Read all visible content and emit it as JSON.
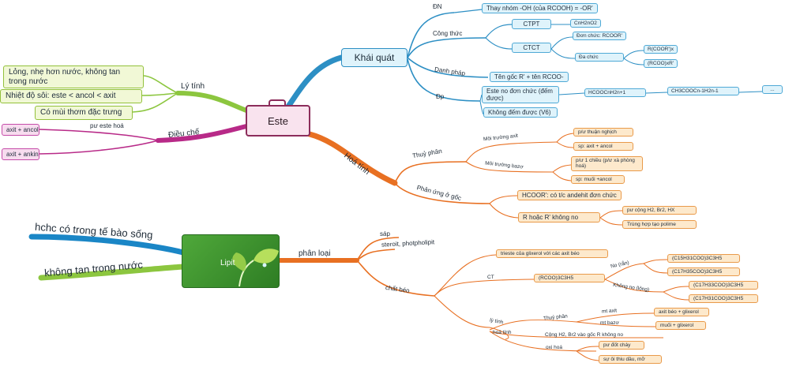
{
  "center": {
    "title": "Este"
  },
  "lipid_center": {
    "title": "Lipit"
  },
  "branches": {
    "khai_quat": {
      "label": "Khái quát",
      "dn": {
        "label": "ĐN",
        "box": "Thay nhóm -OH (của RCOOH) = -OR'"
      },
      "cong_thuc": {
        "label": "Công thức",
        "ctpt": {
          "label": "CTPT",
          "formula": "CnH2nO2"
        },
        "ctct": {
          "label": "CTCT",
          "don_chuc": "Đơn chức: RCOOR'",
          "da_chuc": {
            "label": "Đa chức",
            "items": [
              "R(COOR')x",
              "(RCOO)xR'"
            ]
          }
        }
      },
      "danh_phap": {
        "label": "Danh pháp",
        "box": "Tên gốc R' + tên RCOO-"
      },
      "dp": {
        "label": "Đp",
        "este_no": "Este no đơn chức (đếm được)",
        "formula1": "HCOOCnH2n+1",
        "formula2": "CH3COOCn-1H2n-1",
        "more": "...",
        "khong_dem": "Không đếm được (V6)"
      }
    },
    "hoa_tinh": {
      "label": "Hoá tính",
      "thuy_phan": {
        "label": "Thuỷ phân",
        "axit": {
          "label": "Môi trường axit",
          "items": [
            "p/ư thuận nghịch",
            "sp: axit + ancol"
          ]
        },
        "bazo": {
          "label": "Môi trường bazơ",
          "items": [
            "p/ư 1 chiều (p/ư xà phòng hoá)",
            "sp: muối +ancol"
          ]
        }
      },
      "phan_ung_goc": {
        "label": "Phản ứng ở gốc",
        "hcoor": "HCOOR': có t/c andehit đơn chức",
        "khong_no": {
          "label": "R hoặc R' không no",
          "items": [
            "pư cộng H2, Br2, HX",
            "Trùng hợp tạo polime"
          ]
        }
      }
    },
    "ly_tinh": {
      "label": "Lý tính",
      "items": [
        "Lỏng, nhẹ hơn nước, không tan trong nước",
        "Nhiệt độ sôi: este < ancol < axit",
        "Có mùi thơm đặc trưng"
      ]
    },
    "dieu_che": {
      "label": "Điều chế",
      "sub_label": "pư este hoá",
      "items": [
        "axit + ancol",
        "axit + ankin"
      ]
    }
  },
  "lipit": {
    "left_labels": [
      "hchc có trong tế bào sống",
      "không tan trong nước"
    ],
    "phan_loai": {
      "label": "phân loại",
      "items": [
        "sáp",
        "steroit, photpholipit"
      ],
      "chat_beo": {
        "label": "chất béo",
        "def": "trieste của glixerol với các axit béo",
        "ct": {
          "label": "CT",
          "formula": "(RCOO)3C3H5",
          "no": {
            "label": "No (rắn)",
            "items": [
              "(C15H31COO)3C3H5",
              "(C17H35COO)3C3H5"
            ]
          },
          "khong_no": {
            "label": "Không no (lỏng)",
            "items": [
              "(C17H33COO)3C3H5",
              "(C17H31COO)3C3H5"
            ]
          }
        },
        "ly_tinh_label": "lý tính",
        "hoa_tinh_label": "hoá tính",
        "thuy_phan": {
          "label": "Thuỷ phân",
          "axit": {
            "label": "mt axit",
            "value": "axit béo + glixerol"
          },
          "bazo": {
            "label": "mt bazơ",
            "value": "muối + glixerol"
          }
        },
        "cong_h2": "Cộng H2, Br2 vào gốc R không no",
        "oxi_hoa": {
          "label": "oxi hoá",
          "items": [
            "pư đốt cháy",
            "sự ôi thiu dầu, mỡ"
          ]
        }
      }
    }
  },
  "colors": {
    "blue": "#2d8fc4",
    "orange": "#e87022",
    "green": "#8cc63f",
    "magenta": "#b82a88",
    "este_border": "#8c2d5b",
    "lipit_green": "#3a9430"
  }
}
